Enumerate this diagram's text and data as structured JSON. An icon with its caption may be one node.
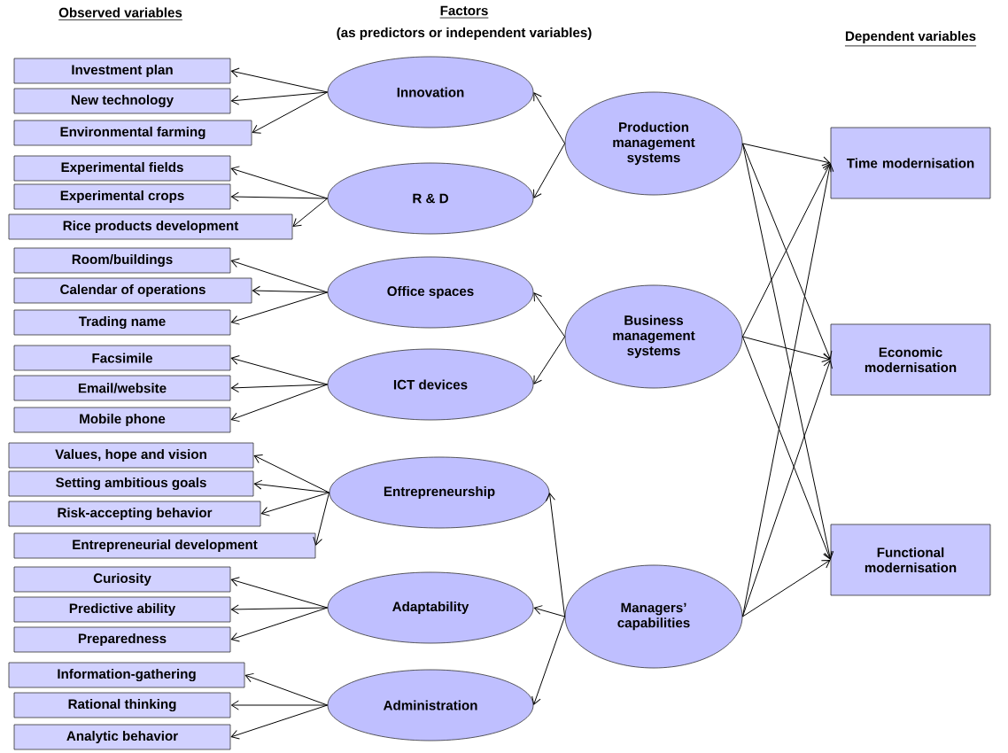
{
  "diagram": {
    "nodes": [
      {
        "text": [
          "Investment plan"
        ]
      },
      {
        "text": [
          "New technology"
        ]
      },
      {
        "text": [
          "Environmental farming"
        ]
      },
      {
        "text": [
          "Experimental fields"
        ]
      },
      {
        "text": [
          "Experimental crops"
        ]
      },
      {
        "text": [
          "Rice products development"
        ]
      },
      {
        "text": [
          "Room/buildings"
        ]
      },
      {
        "text": [
          "Calendar of operations"
        ]
      },
      {
        "text": [
          "Trading name"
        ]
      },
      {
        "text": [
          "Facsimile"
        ]
      },
      {
        "text": [
          "Email/website"
        ]
      },
      {
        "text": [
          "Mobile phone"
        ]
      },
      {
        "text": [
          "Values, hope and vision"
        ]
      },
      {
        "text": [
          "Setting ambitious goals"
        ]
      },
      {
        "text": [
          "Risk-accepting behavior"
        ]
      },
      {
        "text": [
          "Entrepreneurial development"
        ]
      },
      {
        "text": [
          "Curiosity"
        ]
      },
      {
        "text": [
          "Predictive ability"
        ]
      },
      {
        "text": [
          "Preparedness"
        ]
      },
      {
        "text": [
          "Information-gathering"
        ]
      },
      {
        "text": [
          "Rational thinking"
        ]
      },
      {
        "text": [
          "Analytic behavior"
        ]
      },
      {
        "text": [
          "Innovation"
        ]
      },
      {
        "text": [
          "R & D"
        ]
      },
      {
        "text": [
          "Office spaces"
        ]
      },
      {
        "text": [
          "ICT devices"
        ]
      },
      {
        "text": [
          "Entrepreneurship"
        ]
      },
      {
        "text": [
          "Adaptability"
        ]
      },
      {
        "text": [
          "Administration"
        ]
      },
      {
        "text": [
          "Production management systems"
        ]
      },
      {
        "text": [
          "Business management systems"
        ]
      },
      {
        "text": [
          "Managers’ capabilities"
        ]
      },
      {
        "text": [
          "Time modernisation"
        ]
      },
      {
        "text": [
          "Economic modernisation"
        ]
      },
      {
        "text": [
          "Functional modernisation"
        ]
      }
    ],
    "edges": [
      {
        "from": 22,
        "to": 0,
        "arrow": "to"
      },
      {
        "from": 22,
        "to": 1,
        "arrow": "to"
      },
      {
        "from": 22,
        "to": 2,
        "arrow": "to"
      },
      {
        "from": 23,
        "to": 3,
        "arrow": "to"
      },
      {
        "from": 23,
        "to": 4,
        "arrow": "to"
      },
      {
        "from": 23,
        "to": 5,
        "arrow": "to"
      },
      {
        "from": 24,
        "to": 6,
        "arrow": "to"
      },
      {
        "from": 24,
        "to": 7,
        "arrow": "to"
      },
      {
        "from": 24,
        "to": 8,
        "arrow": "to"
      },
      {
        "from": 25,
        "to": 9,
        "arrow": "to"
      },
      {
        "from": 25,
        "to": 10,
        "arrow": "to"
      },
      {
        "from": 25,
        "to": 11,
        "arrow": "to"
      },
      {
        "from": 26,
        "to": 12,
        "arrow": "to"
      },
      {
        "from": 26,
        "to": 13,
        "arrow": "to"
      },
      {
        "from": 26,
        "to": 14,
        "arrow": "to"
      },
      {
        "from": 26,
        "to": 15,
        "arrow": "to"
      },
      {
        "from": 27,
        "to": 16,
        "arrow": "to"
      },
      {
        "from": 27,
        "to": 17,
        "arrow": "to"
      },
      {
        "from": 27,
        "to": 18,
        "arrow": "to"
      },
      {
        "from": 28,
        "to": 19,
        "arrow": "to"
      },
      {
        "from": 28,
        "to": 20,
        "arrow": "to"
      },
      {
        "from": 28,
        "to": 21,
        "arrow": "to"
      },
      {
        "from": 29,
        "to": 22,
        "arrow": "to"
      },
      {
        "from": 29,
        "to": 23,
        "arrow": "to"
      },
      {
        "from": 30,
        "to": 24,
        "arrow": "to"
      },
      {
        "from": 30,
        "to": 25,
        "arrow": "to"
      },
      {
        "from": 31,
        "to": 26,
        "arrow": "to"
      },
      {
        "from": 31,
        "to": 27,
        "arrow": "to"
      },
      {
        "from": 31,
        "to": 28,
        "arrow": "to"
      },
      {
        "from": 29,
        "to": 32,
        "arrow": "to"
      },
      {
        "from": 29,
        "to": 33,
        "arrow": "to"
      },
      {
        "from": 29,
        "to": 34,
        "arrow": "to"
      },
      {
        "from": 30,
        "to": 32,
        "arrow": "to"
      },
      {
        "from": 30,
        "to": 33,
        "arrow": "to"
      },
      {
        "from": 30,
        "to": 34,
        "arrow": "to"
      },
      {
        "from": 31,
        "to": 32,
        "arrow": "to"
      },
      {
        "from": 31,
        "to": 33,
        "arrow": "to"
      },
      {
        "from": 31,
        "to": 34,
        "arrow": "to"
      }
    ],
    "labels": [
      "Observed variables",
      "Factors",
      "(as predictors or independent variables)",
      "Dependent variables"
    ]
  }
}
